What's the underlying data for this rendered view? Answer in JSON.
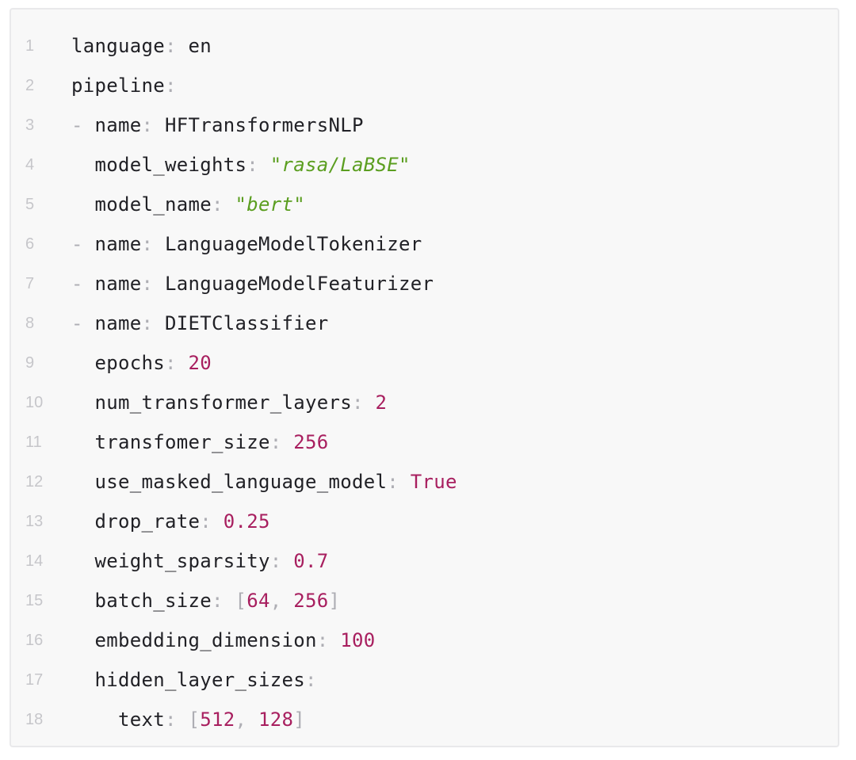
{
  "colors": {
    "page_bg": "#ffffff",
    "block_bg": "#f8f8f8",
    "block_border": "#e9e9eb",
    "line_number": "#c6c6ca",
    "key": "#212126",
    "plain": "#212126",
    "punct": "#aeaeb4",
    "string": "#5b9e20",
    "number": "#a81f5f"
  },
  "code": {
    "language": "yaml",
    "lines": [
      {
        "n": "1",
        "tokens": [
          {
            "t": "key",
            "v": "language"
          },
          {
            "t": "punct",
            "v": ":"
          },
          {
            "t": "plain",
            "v": " en"
          }
        ]
      },
      {
        "n": "2",
        "tokens": [
          {
            "t": "key",
            "v": "pipeline"
          },
          {
            "t": "punct",
            "v": ":"
          }
        ]
      },
      {
        "n": "3",
        "tokens": [
          {
            "t": "punct",
            "v": "- "
          },
          {
            "t": "key",
            "v": "name"
          },
          {
            "t": "punct",
            "v": ":"
          },
          {
            "t": "plain",
            "v": " HFTransformersNLP"
          }
        ]
      },
      {
        "n": "4",
        "tokens": [
          {
            "t": "plain",
            "v": "  "
          },
          {
            "t": "key",
            "v": "model_weights"
          },
          {
            "t": "punct",
            "v": ":"
          },
          {
            "t": "plain",
            "v": " "
          },
          {
            "t": "str",
            "v": "\"rasa/LaBSE\""
          }
        ]
      },
      {
        "n": "5",
        "tokens": [
          {
            "t": "plain",
            "v": "  "
          },
          {
            "t": "key",
            "v": "model_name"
          },
          {
            "t": "punct",
            "v": ":"
          },
          {
            "t": "plain",
            "v": " "
          },
          {
            "t": "str",
            "v": "\"bert\""
          }
        ]
      },
      {
        "n": "6",
        "tokens": [
          {
            "t": "punct",
            "v": "- "
          },
          {
            "t": "key",
            "v": "name"
          },
          {
            "t": "punct",
            "v": ":"
          },
          {
            "t": "plain",
            "v": " LanguageModelTokenizer"
          }
        ]
      },
      {
        "n": "7",
        "tokens": [
          {
            "t": "punct",
            "v": "- "
          },
          {
            "t": "key",
            "v": "name"
          },
          {
            "t": "punct",
            "v": ":"
          },
          {
            "t": "plain",
            "v": " LanguageModelFeaturizer"
          }
        ]
      },
      {
        "n": "8",
        "tokens": [
          {
            "t": "punct",
            "v": "- "
          },
          {
            "t": "key",
            "v": "name"
          },
          {
            "t": "punct",
            "v": ":"
          },
          {
            "t": "plain",
            "v": " DIETClassifier"
          }
        ]
      },
      {
        "n": "9",
        "tokens": [
          {
            "t": "plain",
            "v": "  "
          },
          {
            "t": "key",
            "v": "epochs"
          },
          {
            "t": "punct",
            "v": ":"
          },
          {
            "t": "plain",
            "v": " "
          },
          {
            "t": "num",
            "v": "20"
          }
        ]
      },
      {
        "n": "10",
        "tokens": [
          {
            "t": "plain",
            "v": "  "
          },
          {
            "t": "key",
            "v": "num_transformer_layers"
          },
          {
            "t": "punct",
            "v": ":"
          },
          {
            "t": "plain",
            "v": " "
          },
          {
            "t": "num",
            "v": "2"
          }
        ]
      },
      {
        "n": "11",
        "tokens": [
          {
            "t": "plain",
            "v": "  "
          },
          {
            "t": "key",
            "v": "transfomer_size"
          },
          {
            "t": "punct",
            "v": ":"
          },
          {
            "t": "plain",
            "v": " "
          },
          {
            "t": "num",
            "v": "256"
          }
        ]
      },
      {
        "n": "12",
        "tokens": [
          {
            "t": "plain",
            "v": "  "
          },
          {
            "t": "key",
            "v": "use_masked_language_model"
          },
          {
            "t": "punct",
            "v": ":"
          },
          {
            "t": "plain",
            "v": " "
          },
          {
            "t": "num",
            "v": "True"
          }
        ]
      },
      {
        "n": "13",
        "tokens": [
          {
            "t": "plain",
            "v": "  "
          },
          {
            "t": "key",
            "v": "drop_rate"
          },
          {
            "t": "punct",
            "v": ":"
          },
          {
            "t": "plain",
            "v": " "
          },
          {
            "t": "num",
            "v": "0.25"
          }
        ]
      },
      {
        "n": "14",
        "tokens": [
          {
            "t": "plain",
            "v": "  "
          },
          {
            "t": "key",
            "v": "weight_sparsity"
          },
          {
            "t": "punct",
            "v": ":"
          },
          {
            "t": "plain",
            "v": " "
          },
          {
            "t": "num",
            "v": "0.7"
          }
        ]
      },
      {
        "n": "15",
        "tokens": [
          {
            "t": "plain",
            "v": "  "
          },
          {
            "t": "key",
            "v": "batch_size"
          },
          {
            "t": "punct",
            "v": ":"
          },
          {
            "t": "plain",
            "v": " "
          },
          {
            "t": "punct",
            "v": "["
          },
          {
            "t": "num",
            "v": "64"
          },
          {
            "t": "punct",
            "v": ", "
          },
          {
            "t": "num",
            "v": "256"
          },
          {
            "t": "punct",
            "v": "]"
          }
        ]
      },
      {
        "n": "16",
        "tokens": [
          {
            "t": "plain",
            "v": "  "
          },
          {
            "t": "key",
            "v": "embedding_dimension"
          },
          {
            "t": "punct",
            "v": ":"
          },
          {
            "t": "plain",
            "v": " "
          },
          {
            "t": "num",
            "v": "100"
          }
        ]
      },
      {
        "n": "17",
        "tokens": [
          {
            "t": "plain",
            "v": "  "
          },
          {
            "t": "key",
            "v": "hidden_layer_sizes"
          },
          {
            "t": "punct",
            "v": ":"
          }
        ]
      },
      {
        "n": "18",
        "tokens": [
          {
            "t": "plain",
            "v": "    "
          },
          {
            "t": "key",
            "v": "text"
          },
          {
            "t": "punct",
            "v": ":"
          },
          {
            "t": "plain",
            "v": " "
          },
          {
            "t": "punct",
            "v": "["
          },
          {
            "t": "num",
            "v": "512"
          },
          {
            "t": "punct",
            "v": ", "
          },
          {
            "t": "num",
            "v": "128"
          },
          {
            "t": "punct",
            "v": "]"
          }
        ]
      }
    ]
  }
}
